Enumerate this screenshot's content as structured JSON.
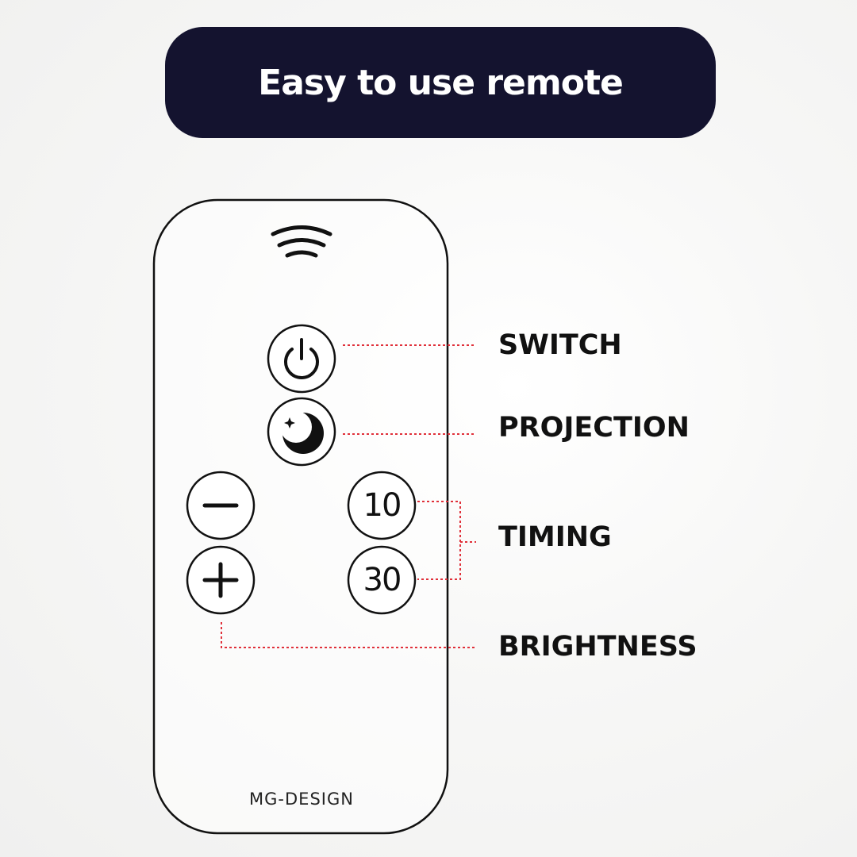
{
  "banner": {
    "title": "Easy to use remote"
  },
  "remote": {
    "brand": "MG-DESIGN",
    "buttons": {
      "timer_10": "10",
      "timer_30": "30"
    }
  },
  "labels": {
    "switch": "SWITCH",
    "projection": "PROJECTION",
    "timing": "TIMING",
    "brightness": "BRIGHTNESS"
  },
  "icons": {
    "signal": "signal-waves-icon",
    "power": "power-icon",
    "projection": "moon-star-icon",
    "minus": "minus-icon",
    "plus": "plus-icon"
  },
  "colors": {
    "banner": "#14132f",
    "leader_line": "#e0303a",
    "outline": "#111111"
  }
}
